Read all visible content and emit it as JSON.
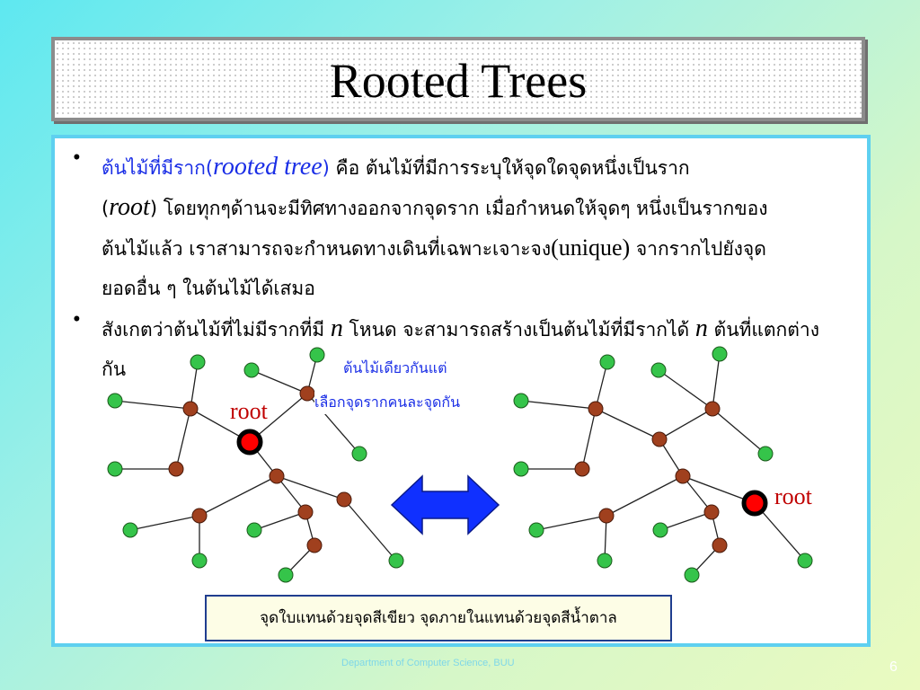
{
  "title": "Rooted Trees",
  "bullet1": {
    "term_thai": "ต้นไม้ที่มีราก",
    "term_open": "(",
    "term_en": "rooted tree",
    "term_close": ")",
    "line1_rest": " คือ ต้นไม้ที่มีการระบุให้จุดใดจุดหนึ่งเป็นราก",
    "line2_open": "(",
    "line2_root": "root",
    "line2_rest": ") โดยทุกๆด้านจะมีทิศทางออกจากจุดราก เมื่อกำหนดให้จุดๆ หนึ่งเป็นรากของ",
    "line3_a": "ต้นไม้แล้ว เราสามารถจะกำหนดทางเดินที่เฉพาะเจาะจง",
    "line3_unique": "(unique)",
    "line3_b": " จากรากไปยังจุด",
    "line4": "ยอดอื่น ๆ ในต้นไม้ได้เสมอ"
  },
  "bullet2": {
    "a": "สังเกตว่าต้นไม้ที่ไม่มีรากที่มี ",
    "n1": "n",
    "b": " โหนด จะสามารถสร้างเป็นต้นไม้ที่มีรากได้ ",
    "n2": "n",
    "c": " ต้นที่แตกต่าง",
    "d": "กัน"
  },
  "bullet_symbol": "•",
  "center_label1": "ต้นไม้เดียวกันแต่",
  "center_label2": "เลือกจุดรากคนละจุดกัน",
  "root_left": "root",
  "root_right": "root",
  "note": "จุดใบแทนด้วยจุดสีเขียว จุดภายในแทนด้วยจุดสีน้ำตาล",
  "footer": "Department of Computer Science, BUU",
  "page_number": "6",
  "colors": {
    "leaf": "#35c44a",
    "internal": "#a0401e",
    "root_fill": "#ff0000",
    "arrow": "#1030ff",
    "label_blue": "#1a2ee6"
  }
}
